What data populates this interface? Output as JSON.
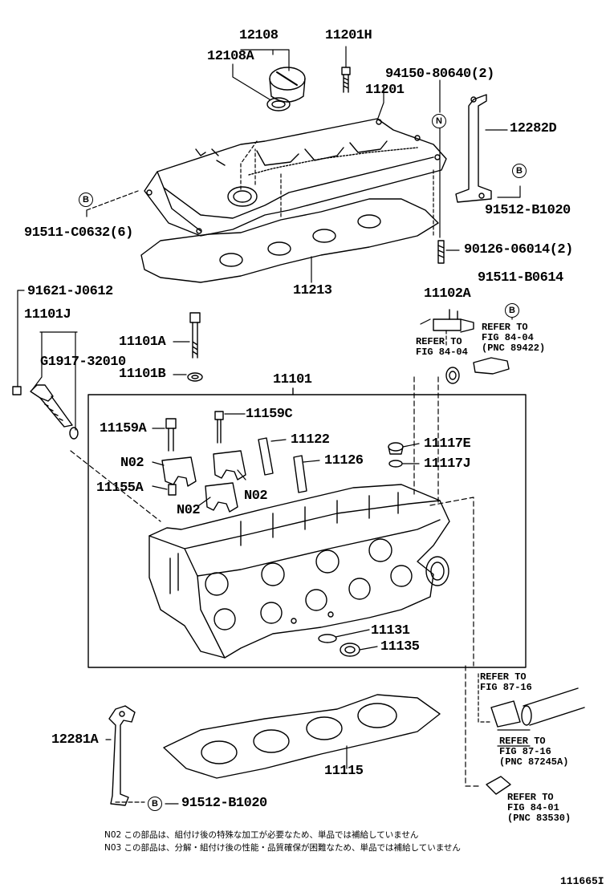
{
  "parts": {
    "p12108": "12108",
    "p12108a": "12108A",
    "p11201h": "11201H",
    "p94150": "94150-80640(2)",
    "p11201": "11201",
    "p12282d": "12282D",
    "p91511c": "91511-C0632(6)",
    "p91512b_top": "91512-B1020",
    "p90126": "90126-06014(2)",
    "p11213": "11213",
    "p91621": "91621-J0612",
    "p91511b": "91511-B0614",
    "p11101j": "11101J",
    "p11102a": "11102A",
    "pG1917": "G1917-32010",
    "p11101a": "11101A",
    "p11101b": "11101B",
    "p11101": "11101",
    "p11159a": "11159A",
    "p11159c": "11159C",
    "p11122": "11122",
    "p11117e": "11117E",
    "p11126": "11126",
    "p11117j": "11117J",
    "pN02a": "N02",
    "p11155a": "11155A",
    "pN02b": "N02",
    "pN02c": "N02",
    "p11131": "11131",
    "p11135": "11135",
    "p12281a": "12281A",
    "p11115": "11115",
    "p91512b_bot": "91512-B1020"
  },
  "markers": {
    "B": "B",
    "N": "N"
  },
  "refs": {
    "r1": "REFER TO\nFIG 84-04\n(PNC 89422)",
    "r2": "REFER TO\nFIG 84-04",
    "r3": "REFER TO\nFIG 87-16",
    "r4": "REFER TO\nFIG 87-16\n(PNC 87245A)",
    "r5": "REFER TO\nFIG 84-01\n(PNC 83530)"
  },
  "notes": {
    "n02": "N02  この部品は、組付け後の特殊な加工が必要なため、単品では補給していません",
    "n03": "N03  この部品は、分解・組付け後の性能・品質確保が困難なため、単品では補給していません"
  },
  "figure_id": "111665I"
}
